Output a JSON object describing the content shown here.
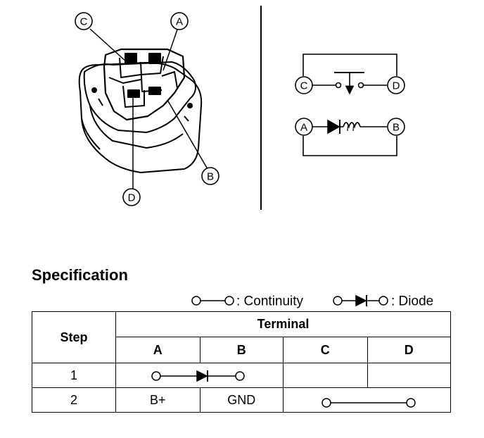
{
  "connector_diagram": {
    "terminal_labels": [
      "C",
      "A",
      "B",
      "D"
    ]
  },
  "schematic": {
    "terminal_labels": [
      "C",
      "D",
      "A",
      "B"
    ]
  },
  "specification": {
    "title": "Specification",
    "legend": {
      "continuity_label": ": Continuity",
      "diode_label": ": Diode"
    },
    "table": {
      "step_header": "Step",
      "terminal_header": "Terminal",
      "columns": [
        "A",
        "B",
        "C",
        "D"
      ],
      "rows": [
        {
          "step": "1",
          "A": "",
          "B": "",
          "C": "",
          "D": "",
          "link": "diode A-B"
        },
        {
          "step": "2",
          "A": "B+",
          "B": "GND",
          "C": "",
          "D": "",
          "link": "continuity C-D"
        }
      ]
    }
  }
}
